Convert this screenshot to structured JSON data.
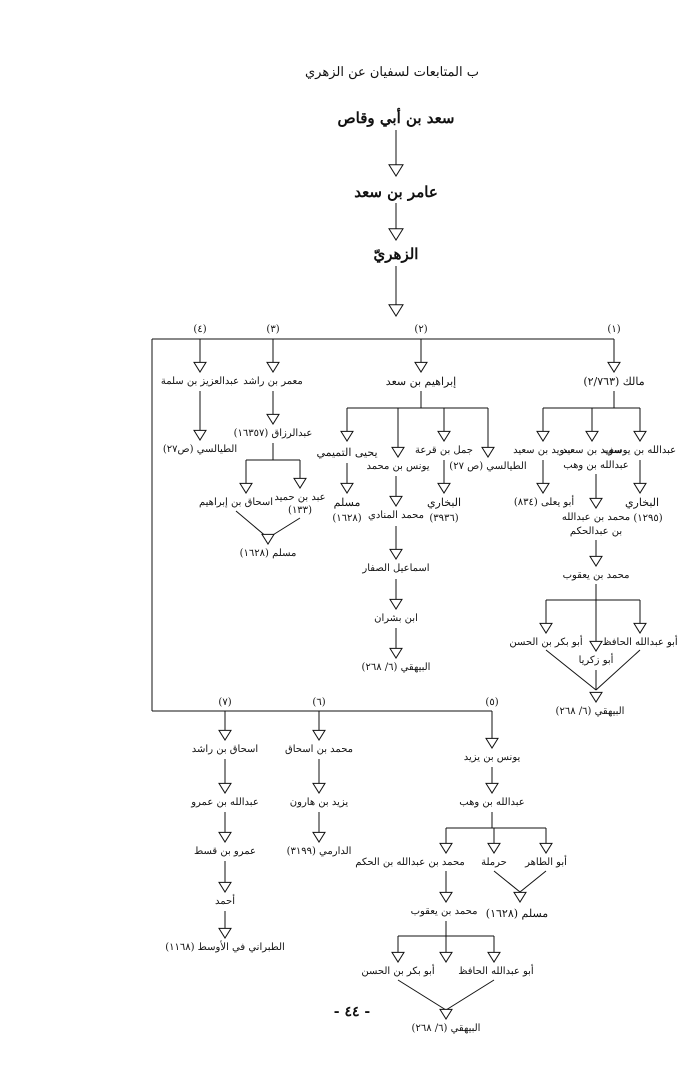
{
  "heading": "ب المتابعات لسفيان عن الزهري",
  "chain": {
    "n1": "سعد بن أبي وقاص",
    "n2": "عامر بن سعد",
    "n3": "الزهريّ"
  },
  "branches": {
    "b1": {
      "num": "(١)",
      "root": "مالك (٢/٧٦٣)",
      "abdallah_yusuf": "عبدالله بن يوسف",
      "bukhari": "البخاري",
      "bukhari_ref": "(١٢٩٥)",
      "ibn_wahb": "عبدالله بن وهب",
      "muhammad_abdallah": "محمد بن عبدالله",
      "ibn_abdalhakam": "بن عبدالحكم",
      "suwayd": "سويد بن سعيد",
      "abu_yala": "أبو يعلى (٨٣٤)",
      "m_yaqub": "محمد بن يعقوب",
      "abu_abdallah": "أبو عبدالله الحافظ",
      "abu_zakariya": "أبو زكريا",
      "abu_bakr": "أبو بكر بن الحسن",
      "bayhaqi": "البيهقي (٦/ ٢٦٨)"
    },
    "b2": {
      "num": "(٢)",
      "root": "إبراهيم بن سعد",
      "tayalisi": "الطيالسي (ص ٢٧)",
      "jamal": "جمل بن قرعة",
      "bukhari": "البخاري",
      "bukhari_ref": "(٣٩٣٦)",
      "yunus_m": "يونس بن محمد",
      "m_munadi": "محمد المنادي",
      "ismail": "اسماعيل الصفار",
      "ibn_bishran": "ابن بشران",
      "bayhaqi": "البيهقي (٦/ ٢٦٨)",
      "yahya": "يحيى التميمي",
      "muslim": "مسلم",
      "muslim_ref": "(١٦٢٨)"
    },
    "b3": {
      "num": "(٣)",
      "root": "معمر بن راشد",
      "abdalrazzaq": "عبدالرزاق (١٦٣٥٧)",
      "abd_humayd": "عبد بن حميد",
      "abd_humayd_ref": "(١٣٣)",
      "ishaq": "اسحاق بن إبراهيم",
      "muslim": "مسلم (١٦٢٨)"
    },
    "b4": {
      "num": "(٤)",
      "root": "عبدالعزيز بن سلمة",
      "tayalisi": "الطيالسي (ص٢٧)"
    },
    "b5": {
      "num": "(٥)",
      "root": "يونس بن يزيد",
      "ibn_wahb": "عبدالله بن وهب",
      "abu_tahir": "أبو الطاهر",
      "harmala": "حرملة",
      "m_ibn_hakam": "محمد بن عبدالله بن الحكم",
      "muslim": "مسلم (١٦٢٨)",
      "m_yaqub": "محمد بن يعقوب",
      "abu_abdallah": "أبو عبدالله الحافظ",
      "abu_bakr": "أبو بكر بن الحسن",
      "bayhaqi": "البيهقي (٦/ ٢٦٨)"
    },
    "b6": {
      "num": "(٦)",
      "root": "محمد بن اسحاق",
      "yazid": "يزيد بن هارون",
      "darimi": "الدارمي (٣١٩٩)"
    },
    "b7": {
      "num": "(٧)",
      "root": "اسحاق بن راشد",
      "abdallah_amr": "عبدالله بن عمرو",
      "amr_qist": "عمرو بن قسط",
      "ahmad": "أحمد",
      "tabarani": "الطبراني في الأوسط (١١٦٨)"
    }
  },
  "page_number": "- ٤٤ -"
}
